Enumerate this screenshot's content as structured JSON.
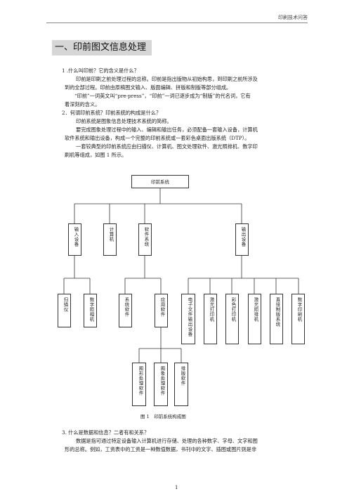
{
  "header": {
    "title": "印刷技术问答"
  },
  "section": {
    "title": "一、印前图文信息处理"
  },
  "q1": {
    "question": "1 .什么叫印前？它的含义是什么？",
    "answer_l1": "印前是印刷之前处理过程的总称。印前是指出版物从初始构思，到印刷之前所涉及",
    "answer_l2": "到的全部过程。印前由原稿图文输入、版面编辑、拼版和制版等部分组成。",
    "answer_l3": "“印前”一词英文叫“pre-press”，“印前”一词已逐步成为“制版”的代名词，它有",
    "answer_l4": "着深刻的含义。"
  },
  "q2": {
    "question": "2．何谓印前系统？印前系统的构成是什么？",
    "answer_l1": "印前系统是图象信息处理技术系统的简称。",
    "answer_l2": "要完成图象处理过程中的输入、编辑和输出任务，必须配备一套输入设备，计算机",
    "answer_l3": "软件系统和输出设备，构成一个完整的印前系统或一套彩色桌面出版系统（DTP）。",
    "answer_l4": "一套较典型的印前系统应由扫描仪、计算机、图文处理软件、激光照排机、数字印",
    "answer_l5": "刷机等组成，如图 1 所示。"
  },
  "diagram": {
    "root": "印前系统",
    "level1": [
      "输入设备",
      "计算机",
      "软件系统",
      "输出设备"
    ],
    "level2_input": [
      "扫描仪",
      "数字照相机"
    ],
    "level2_software": [
      "系统软件",
      "应用软件"
    ],
    "level2_output": [
      "电子文件输出设备",
      "激光打印机",
      "彩色打印机",
      "激光照排机",
      "直接制版系统",
      "数字印刷机"
    ],
    "level3_app": [
      "图形处理软件",
      "图象处理软件",
      "排版软件"
    ],
    "caption": "图 1　印前系统构成图"
  },
  "q3": {
    "question": "3. 什么是数据和信息？二者有和关系？",
    "answer_l1": "数据是指可通过特定设备输入计算机进行存储、处理的各种数字、字母、文字和图",
    "answer_l2": "形的总称。例如，工资表中的工资是一种数值数据，书刊中的文字、插图或图片则是非"
  },
  "page": {
    "number": "1"
  }
}
